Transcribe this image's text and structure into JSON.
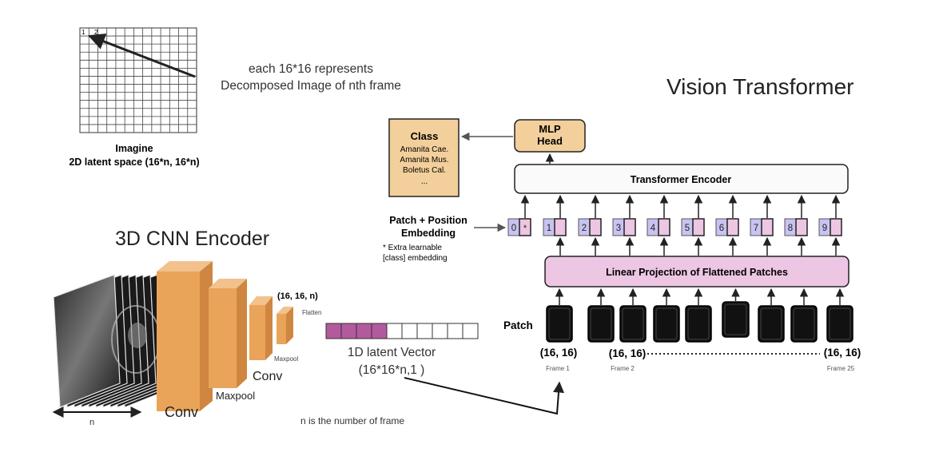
{
  "grid": {
    "index_labels": [
      "1",
      "2"
    ],
    "caption": "each 16*16 represents\nDecomposed Image of nth frame",
    "title": "Imagine\n2D latent space (16*n, 16*n)"
  },
  "vit": {
    "title": "Vision Transformer",
    "class_box": {
      "title": "Class",
      "items": [
        "Amanita Cae.",
        "Amanita Mus.",
        "Boletus Cal.",
        "..."
      ]
    },
    "mlp_head": "MLP\nHead",
    "transformer_encoder": "Transformer Encoder",
    "embedding_label": "Patch + Position\nEmbedding",
    "embedding_note": "* Extra learnable\n[class] embedding",
    "tokens": [
      "0",
      "1",
      "2",
      "3",
      "4",
      "5",
      "6",
      "7",
      "8",
      "9"
    ],
    "class_token_mark": "*",
    "linear_projection": "Linear Projection of Flattened Patches",
    "patch_label": "Patch",
    "patch_sizes": [
      "(16, 16)",
      "(16, 16)",
      "(16, 16)"
    ],
    "frame_labels": [
      "Frame 1",
      "Frame 2",
      "Frame 25"
    ]
  },
  "cnn": {
    "title": "3D CNN Encoder",
    "dims": "(16, 16, n)",
    "labels": [
      "Flatten",
      "Maxpool",
      "Conv",
      "Maxpool",
      "Conv"
    ],
    "n_label": "n"
  },
  "latent": {
    "label": "1D latent Vector\n(16*16*n,1 )",
    "filled_cells": 4,
    "total_cells": 10
  },
  "footnote": "n is the number of frame",
  "colors": {
    "box_tan": "#f3cf9c",
    "box_tan_dark": "#f0b977",
    "pink": "#ecc6e2",
    "token_purple": "#c9c3f2",
    "latent_fill": "#b35a9d",
    "cube_front": "#e9a459",
    "cube_top": "#f2c18c",
    "cube_side": "#cf8640"
  }
}
